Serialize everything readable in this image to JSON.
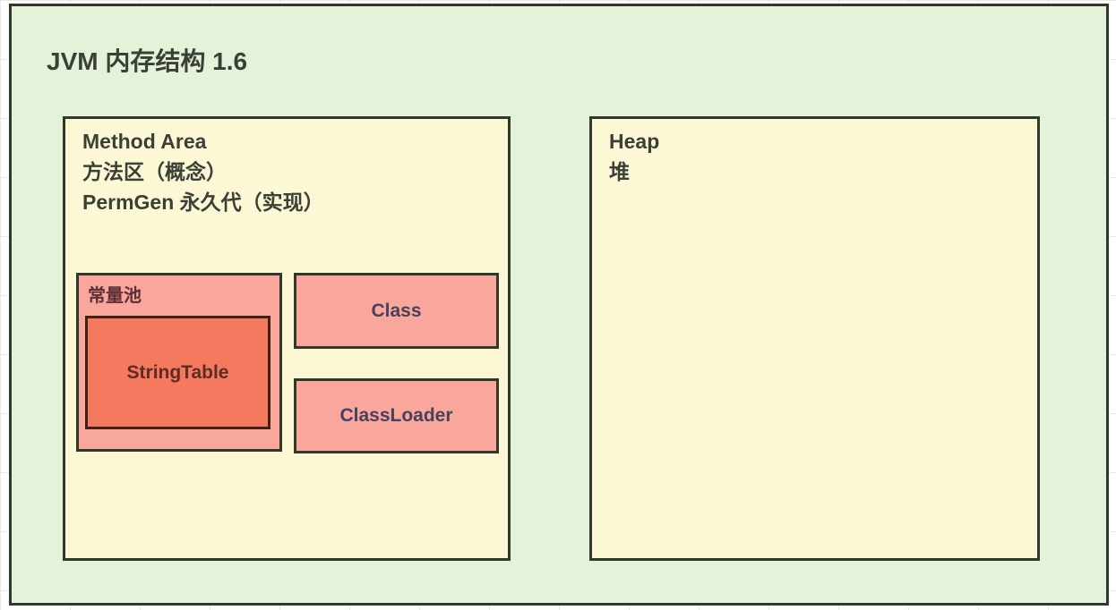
{
  "colors": {
    "page_background": "#ffffff",
    "grid_line": "#e9e9e9",
    "panel_green": "#e3f2d8",
    "border_dark": "#31392b",
    "box_yellow": "#fcf7d5",
    "box_pink": "#f9a69d",
    "box_salmon": "#f5795f",
    "stringtable_border": "#42201a",
    "text_dark": "#3b4036",
    "text_maroon": "#5c2e35",
    "text_slate": "#48415a",
    "text_brown": "#5e2c24"
  },
  "diagram": {
    "title": "JVM 内存结构 1.6",
    "method_area": {
      "title": "Method Area",
      "subtitle_cn": "方法区（概念）",
      "impl_cn": "PermGen 永久代（实现）",
      "constant_pool": {
        "label": "常量池",
        "string_table": {
          "label": "StringTable"
        }
      },
      "class_box": {
        "label": "Class"
      },
      "classloader_box": {
        "label": "ClassLoader"
      }
    },
    "heap": {
      "title": "Heap",
      "subtitle_cn": "堆"
    }
  }
}
